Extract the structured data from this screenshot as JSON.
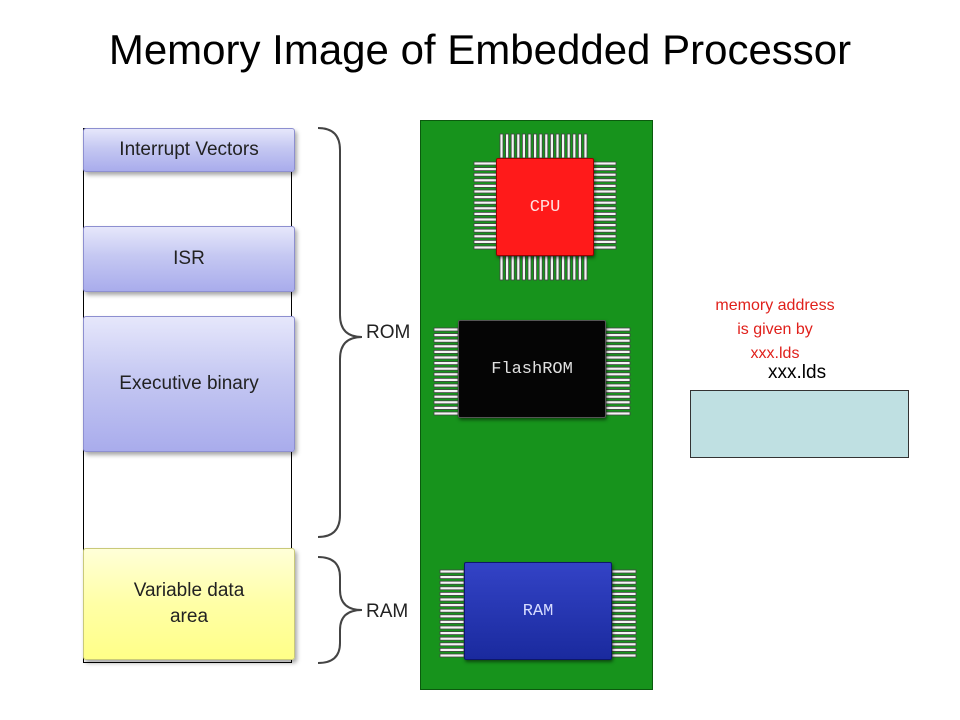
{
  "title": "Memory Image of Embedded Processor",
  "memory_map": {
    "interrupt_vectors": "Interrupt Vectors",
    "isr": "ISR",
    "executive_binary": "Executive binary",
    "variable_data": "Variable data area"
  },
  "braces": {
    "rom_label": "ROM",
    "ram_label": "RAM"
  },
  "board": {
    "cpu_label": "CPU",
    "flashrom_label": "FlashROM",
    "ram_label": "RAM",
    "colors": {
      "board": "#17931c",
      "cpu": "#ff0000",
      "flashrom": "#000000",
      "ram": "#1f2fb0"
    }
  },
  "note": {
    "line1": "memory address",
    "line2": "is given by",
    "line3": "xxx.lds",
    "color": "#e0201b"
  },
  "lds": {
    "label": "xxx.lds",
    "box_color": "#bfe0e2"
  }
}
